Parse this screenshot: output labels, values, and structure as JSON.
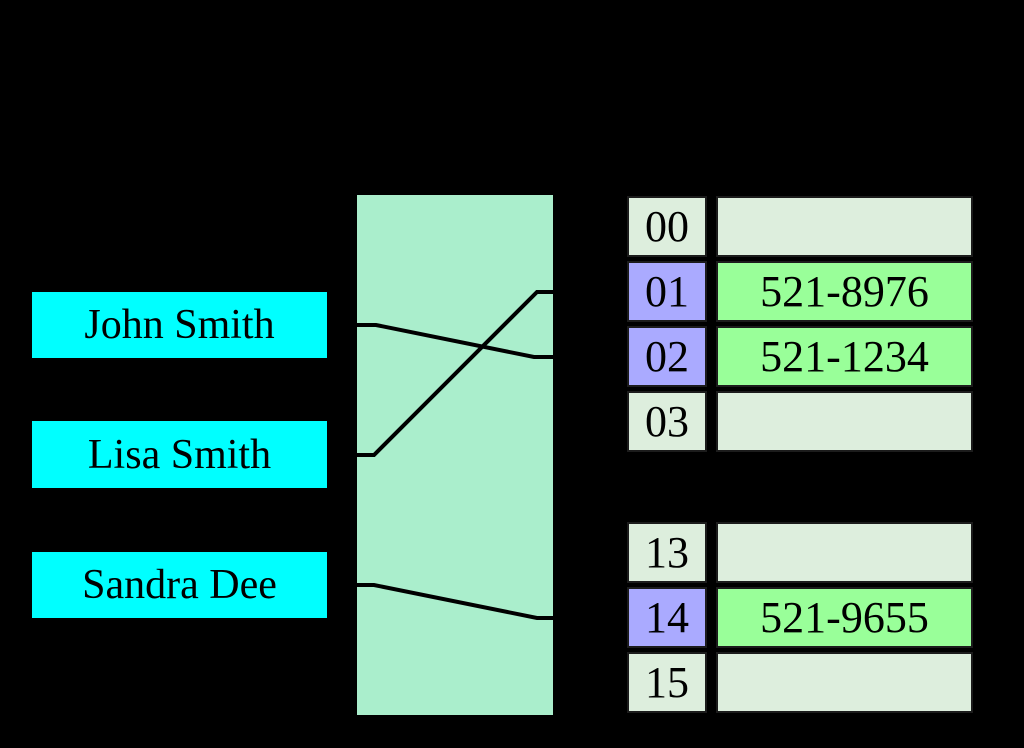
{
  "colors": {
    "background": "#000000",
    "key_box": "#00ffff",
    "hash_box": "#aaeecc",
    "bucket_index_filled": "#aaaaff",
    "bucket_value_filled": "#99ff99",
    "bucket_empty": "#ddeedd",
    "link_line": "#000000"
  },
  "keys": [
    {
      "label": "John Smith"
    },
    {
      "label": "Lisa Smith"
    },
    {
      "label": "Sandra Dee"
    }
  ],
  "buckets": {
    "groups": [
      {
        "rows": [
          {
            "index": "00",
            "value": "",
            "filled": false
          },
          {
            "index": "01",
            "value": "521-8976",
            "filled": true
          },
          {
            "index": "02",
            "value": "521-1234",
            "filled": true
          },
          {
            "index": "03",
            "value": "",
            "filled": false
          }
        ]
      },
      {
        "rows": [
          {
            "index": "13",
            "value": "",
            "filled": false
          },
          {
            "index": "14",
            "value": "521-9655",
            "filled": true
          },
          {
            "index": "15",
            "value": "",
            "filled": false
          }
        ]
      }
    ]
  },
  "links": [
    {
      "from": "John Smith",
      "to_bucket": "02"
    },
    {
      "from": "Lisa Smith",
      "to_bucket": "01"
    },
    {
      "from": "Sandra Dee",
      "to_bucket": "14"
    }
  ]
}
